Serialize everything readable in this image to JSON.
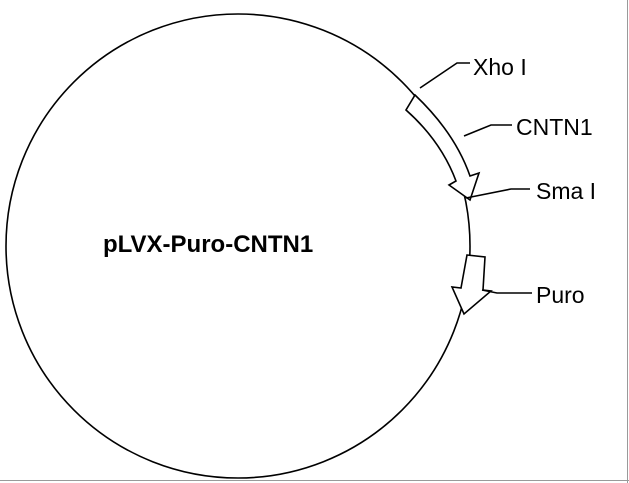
{
  "plasmid": {
    "name": "pLVX-Puro-CNTN1"
  },
  "features": [
    {
      "id": "xhoi",
      "label": "Xho I",
      "kind": "restriction-site"
    },
    {
      "id": "cntn1",
      "label": "CNTN1",
      "kind": "insert"
    },
    {
      "id": "smai",
      "label": "Sma I",
      "kind": "restriction-site"
    },
    {
      "id": "puro",
      "label": "Puro",
      "kind": "resistance-gene"
    }
  ],
  "colors": {
    "stroke": "#000000",
    "fill": "#ffffff"
  }
}
